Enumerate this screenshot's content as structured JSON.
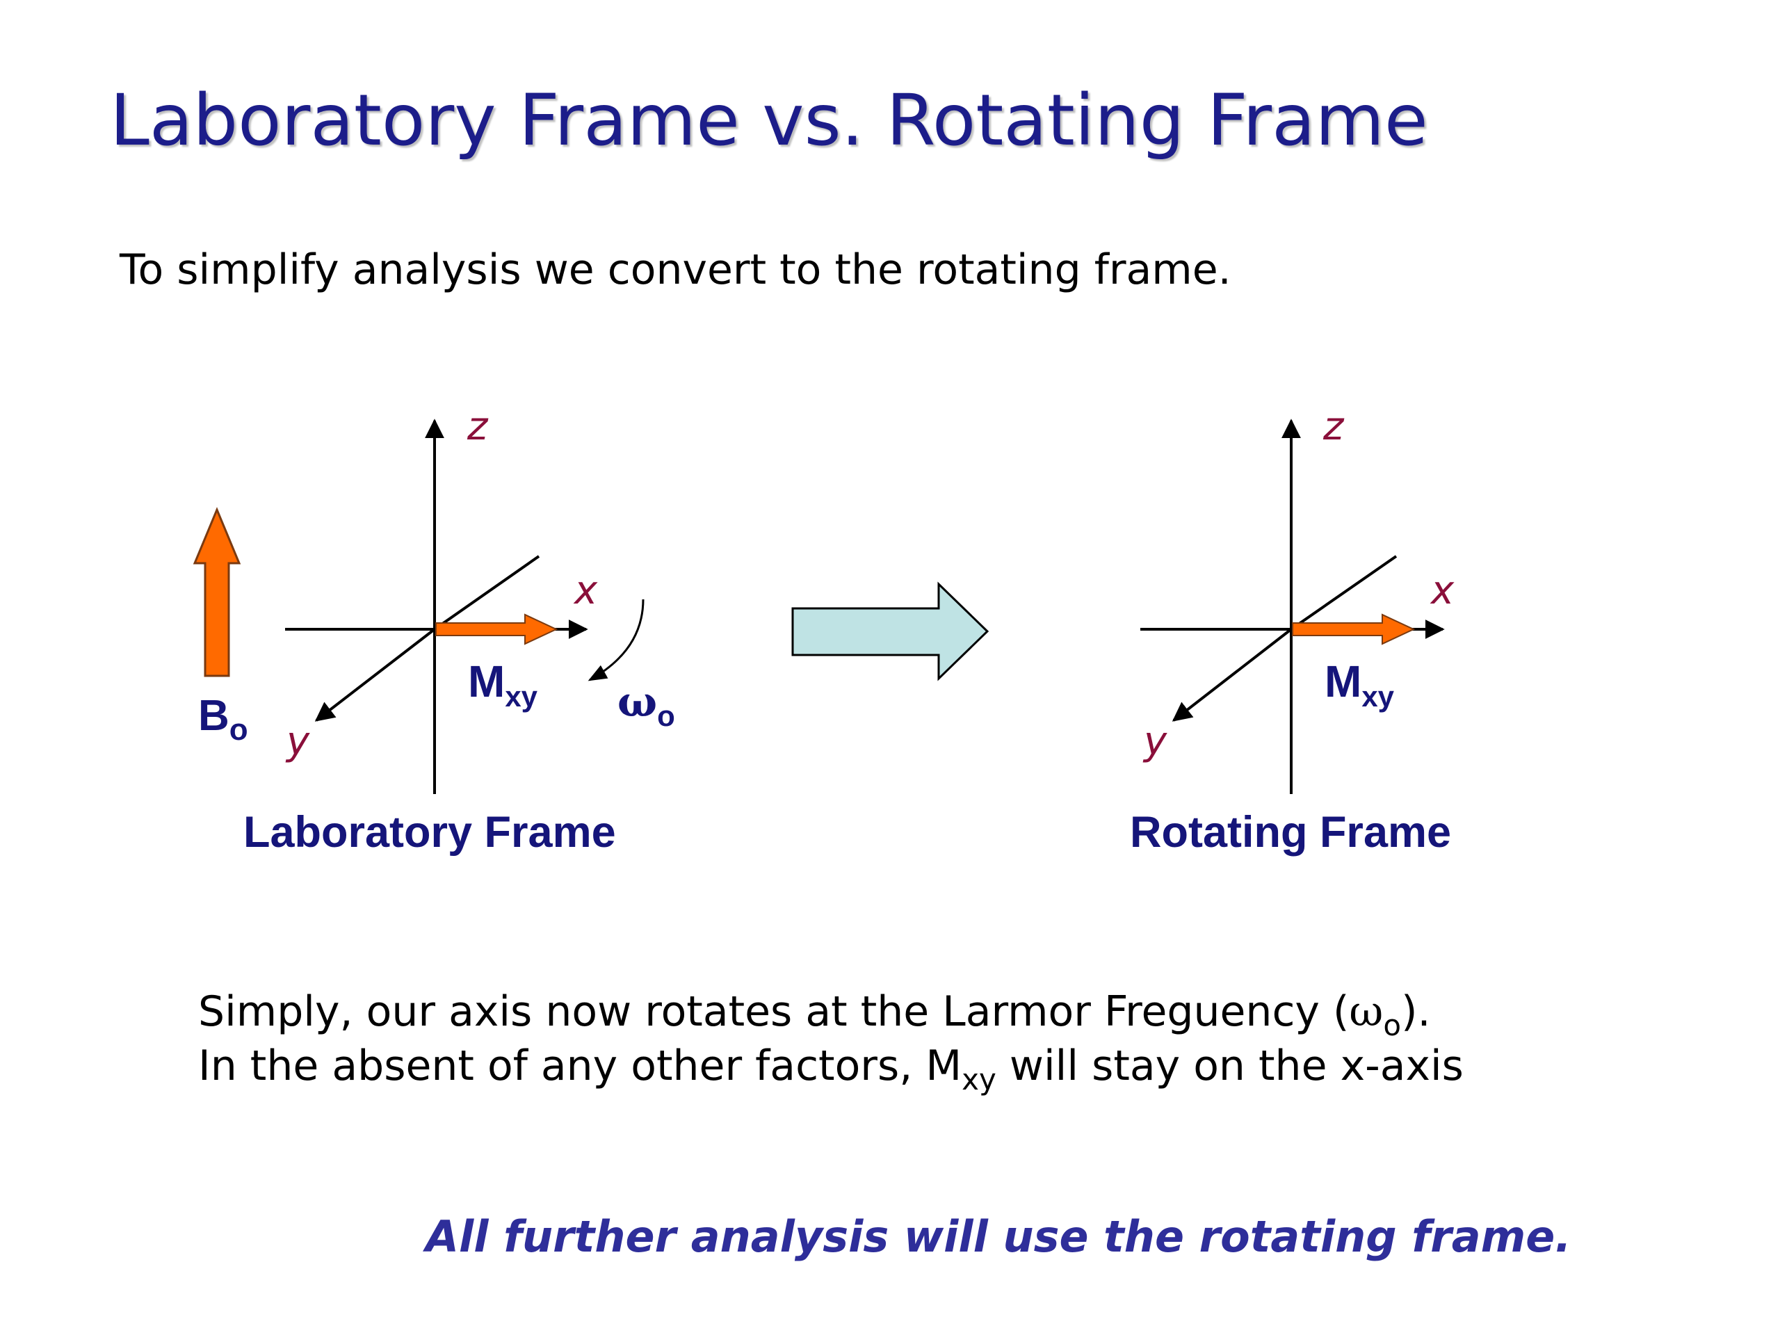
{
  "slide": {
    "title": "Laboratory Frame vs. Rotating Frame",
    "intro": "To simplify analysis we convert to the rotating frame.",
    "lab_frame": {
      "label": "Laboratory Frame",
      "axis_z": "z",
      "axis_x": "x",
      "axis_y": "y",
      "field_main": "B",
      "field_sub": "o",
      "vector_main": "M",
      "vector_sub": "xy",
      "omega_main": "ω",
      "omega_sub": "o"
    },
    "rotating_frame": {
      "label": "Rotating Frame",
      "axis_z": "z",
      "axis_x": "x",
      "axis_y": "y",
      "vector_main": "M",
      "vector_sub": "xy"
    },
    "explanation": {
      "line1_pre": "Simply, our axis now rotates at the Larmor Freguency (",
      "line1_omega": "ω",
      "line1_sub": "o",
      "line1_post": ").",
      "line2_pre": "In the absent of any other factors, M",
      "line2_sub": "xy",
      "line2_post": " will stay on the x-axis"
    },
    "conclusion": "All further analysis will use the rotating frame."
  },
  "colors": {
    "title": "#1c1d8a",
    "label_navy": "#15157a",
    "axis_label": "#8a0f3a",
    "orange_vector": "#ff6a00",
    "transition_arrow_fill": "#bfe3e4",
    "conclusion": "#2e2e9a"
  },
  "icons": {
    "transition": "right-block-arrow-icon",
    "field": "up-block-arrow-icon"
  }
}
